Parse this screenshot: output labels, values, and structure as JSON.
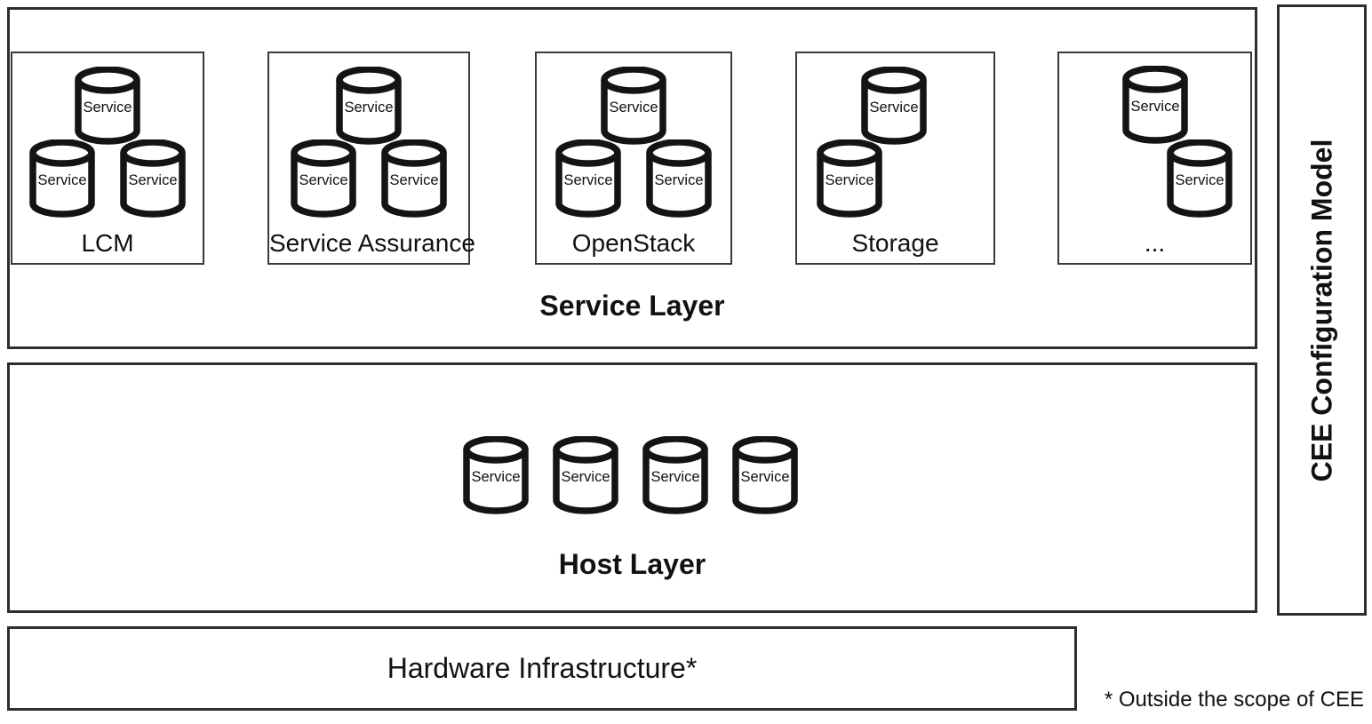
{
  "diagram": {
    "cylinder_label": "Service",
    "service_layer": {
      "title": "Service Layer",
      "boxes": [
        {
          "label": "LCM",
          "services": [
            "Service",
            "Service",
            "Service"
          ]
        },
        {
          "label": "Service Assurance",
          "services": [
            "Service",
            "Service",
            "Service"
          ]
        },
        {
          "label": "OpenStack",
          "services": [
            "Service",
            "Service",
            "Service"
          ]
        },
        {
          "label": "Storage",
          "services": [
            "Service",
            "Service"
          ]
        },
        {
          "label": "...",
          "services": [
            "Service",
            "Service"
          ]
        }
      ]
    },
    "host_layer": {
      "title": "Host Layer",
      "services": [
        "Service",
        "Service",
        "Service",
        "Service"
      ]
    },
    "hardware_layer": {
      "title": "Hardware Infrastructure*"
    },
    "side_label": "CEE Configuration Model",
    "footnote": "* Outside the scope of CEE"
  },
  "colors": {
    "ink": "#111111",
    "line": "#2e2e2e",
    "background": "#ffffff"
  }
}
